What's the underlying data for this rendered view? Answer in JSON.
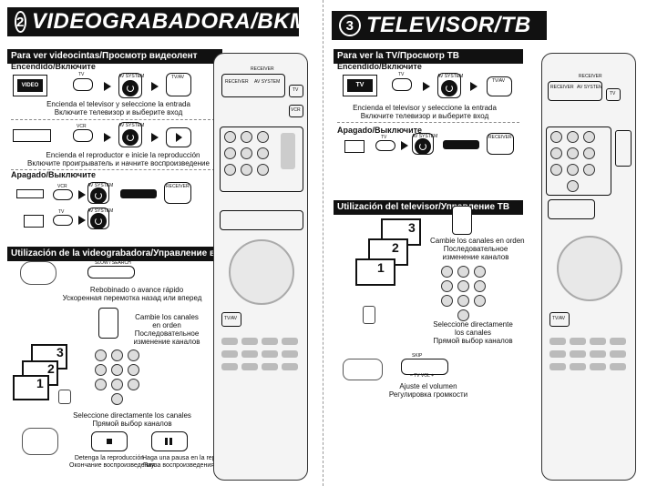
{
  "left": {
    "title_num": "2",
    "title": "VIDEOGRABADORA/BKM",
    "play_bar": "Para ver videocintas/Просмотр видеолент",
    "power_on": "Encendido/Включите",
    "tv_btn": "TV",
    "av_system": "AV SYSTEM",
    "tvav": "TV/AV",
    "video_screen": "VIDEO",
    "cap1_es": "Encienda el televisor y seleccione la entrada",
    "cap1_ru": "Включите телевизор и выберите вход",
    "vcr_btn": "VCR",
    "cap2_es": "Encienda el reproductor e inicie la reproducción",
    "cap2_ru": "Включите проигрыватель и начните воспроизведение",
    "power_off": "Apagado/Выключите",
    "receiver": "RECEIVER",
    "use_bar": "Utilización de la videograbadora/Управление видео декой",
    "slow_search": "SLOW / SEARCH",
    "rew_es": "Rebobinado o avance rápido",
    "rew_ru": "Ускоренная перемотка назад или вперед",
    "ch_es1": "Cambie los canales",
    "ch_es2": "en orden",
    "ch_ru1": "Последовательное",
    "ch_ru2": "изменение каналов",
    "sel_es": "Seleccione directamente los canales",
    "sel_ru": "Прямой выбор каналов",
    "stop_es": "Detenga la reproducción",
    "stop_ru": "Окончание воспроизведения",
    "pause_es": "Haga una pausa en la reproducción",
    "pause_ru": "Пауза воспроизведения",
    "tv_nums": [
      "3",
      "2",
      "1"
    ]
  },
  "right": {
    "title_num": "3",
    "title": "TELEVISOR/TB",
    "play_bar": "Para ver la TV/Просмотр ТВ",
    "power_on": "Encendido/Включите",
    "tv_screen": "TV",
    "tv_btn": "TV",
    "av_system": "AV SYSTEM",
    "tvav": "TV/AV",
    "cap1_es": "Encienda el televisor y seleccione la entrada",
    "cap1_ru": "Включите телевизор и выберите вход",
    "power_off": "Apagado/Выключите",
    "receiver": "RECEIVER",
    "use_bar": "Utilización del televisor/Управление ТВ",
    "ch_es": "Cambie los canales en orden",
    "ch_ru1": "Последовательное",
    "ch_ru2": "изменение каналов",
    "sel_es1": "Seleccione directamente",
    "sel_es2": "los canales",
    "sel_ru": "Прямой выбор каналов",
    "skip": "SKIP",
    "tvvol": "– TV VOL +",
    "vol_es": "Ajuste el volumen",
    "vol_ru": "Регулировка громкости",
    "tv_nums": [
      "3",
      "2",
      "1"
    ]
  },
  "remote": {
    "receiver": "RECEIVER",
    "receiver_key": "RECEIVER",
    "av_system": "AV SYSTEM",
    "tv": "TV",
    "vcr": "VCR",
    "tvav": "TV/AV"
  }
}
